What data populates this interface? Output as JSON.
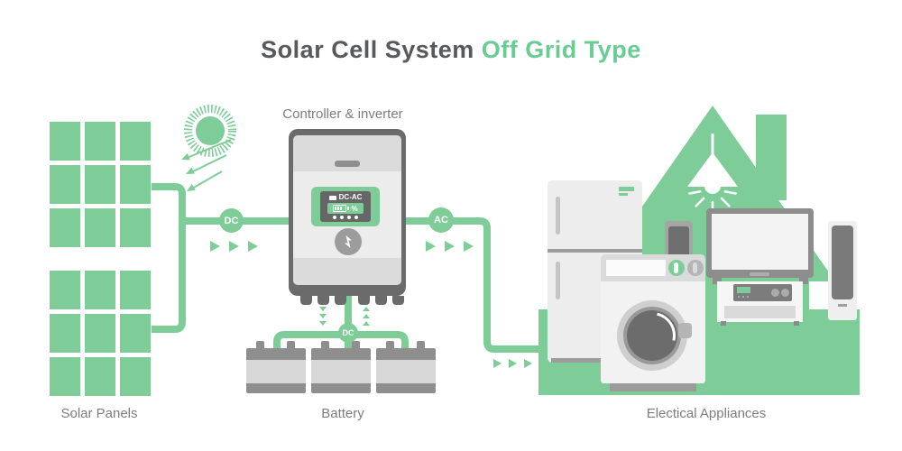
{
  "title": {
    "main": "Solar Cell System",
    "accent": "Off Grid Type"
  },
  "diagram": {
    "solar": {
      "label": "Solar Panels"
    },
    "controller": {
      "label": "Controller & inverter",
      "display": {
        "mode": "DC-AC",
        "unit": "%"
      }
    },
    "battery": {
      "label": "Battery"
    },
    "house": {
      "label": "Electical Appliances"
    },
    "badges": {
      "dc_input": "DC",
      "dc_battery": "DC",
      "ac_output": "AC"
    }
  },
  "icons": [
    "sun-icon",
    "power-bolt-icon",
    "pendant-lamp-icon",
    "flow-arrow-icon",
    "battery-gauge-icon"
  ],
  "colors": {
    "green": "#7ECD99",
    "title_green": "#69CC95",
    "text_dark": "#58595B",
    "text_gray": "#7D7D7D"
  }
}
